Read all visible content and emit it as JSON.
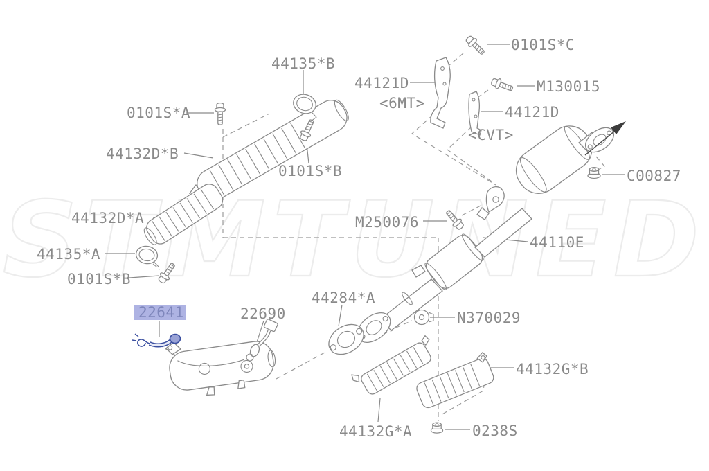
{
  "diagram": {
    "type": "exploded-parts-diagram",
    "subject": "exhaust system parts diagram",
    "watermark": "STMTUNED",
    "highlighted_part": "22641",
    "colors": {
      "line": "#8a8a8a",
      "label_text": "#8a8a8a",
      "highlight_bg": "#aeb3e3",
      "highlight_text": "#7e86bb",
      "sensor_blue": "#3b4fa0",
      "arrow": "#3c3c3c",
      "watermark": "#ececec"
    },
    "labels": {
      "p44135B": "44135*B",
      "p0101SA": "0101S*A",
      "p44132DB": "44132D*B",
      "p0101SB_top": "0101S*B",
      "p44132DA": "44132D*A",
      "p44135A": "44135*A",
      "p0101SB_bottom": "0101S*B",
      "p44121D_6mt": "44121D",
      "variant_6mt": "<6MT>",
      "p0101SC": "0101S*C",
      "pM130015": "M130015",
      "p44121D_cvt": "44121D",
      "variant_cvt": "<CVT>",
      "pC00827": "C00827",
      "pM250076": "M250076",
      "p44110E": "44110E",
      "p22641": "22641",
      "p22690": "22690",
      "p44284A": "44284*A",
      "pN370029": "N370029",
      "p44132GB": "44132G*B",
      "p44132GA": "44132G*A",
      "p0238S": "0238S"
    }
  }
}
